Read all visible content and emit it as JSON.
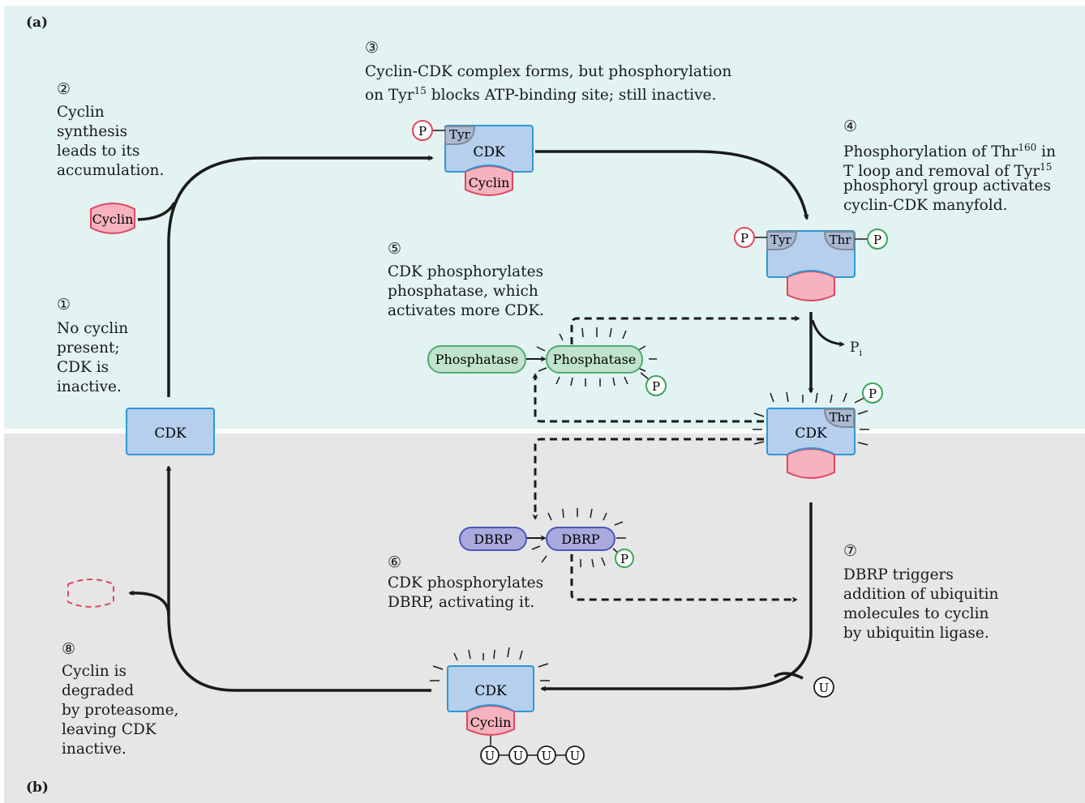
{
  "panels": {
    "a": "(a)",
    "b": "(b)"
  },
  "steps": {
    "s1": {
      "num": "①",
      "text": "No cyclin\npresent;\nCDK is\ninactive."
    },
    "s2": {
      "num": "②",
      "text": "Cyclin\nsynthesis\nleads to its\naccumulation."
    },
    "s3": {
      "num": "③",
      "text": "Cyclin-CDK complex forms, but phosphorylation",
      "line2_prefix": "on Tyr",
      "line2_sup": "15",
      "line2_suffix": " blocks ATP-binding site; still inactive."
    },
    "s4": {
      "num": "④",
      "l1": "Phosphorylation of Thr",
      "l1_sup": "160",
      "l1_end": " in",
      "l2": "T loop and removal of Tyr",
      "l2_sup": "15",
      "l3": "phosphoryl group activates",
      "l4": "cyclin-CDK manyfold."
    },
    "s5": {
      "num": "⑤",
      "text": "CDK phosphorylates\nphosphatase, which\nactivates more CDK."
    },
    "s6": {
      "num": "⑥",
      "text": "CDK phosphorylates\nDBRP, activating it."
    },
    "s7": {
      "num": "⑦",
      "text": "DBRP triggers\naddition of ubiquitin\nmolecules to cyclin\nby ubiquitin ligase."
    },
    "s8": {
      "num": "⑧",
      "text": "Cyclin is\ndegraded\nby proteasome,\nleaving CDK\ninactive."
    }
  },
  "labels": {
    "cdk": "CDK",
    "cyclin": "Cyclin",
    "tyr": "Tyr",
    "thr": "Thr",
    "p": "P",
    "phosphatase": "Phosphatase",
    "dbrp": "DBRP",
    "u": "U",
    "pi": "P",
    "pi_sub": "i"
  },
  "colors": {
    "panel_a": "#e2f3f2",
    "panel_b": "#e6e6e7",
    "cdk_fill": "#b5cfed",
    "cdk_stroke": "#2f97d4",
    "cyclin_fill": "#f6b3bf",
    "cyclin_stroke": "#e0475f",
    "phosphatase_fill": "#bfe3cc",
    "phosphatase_stroke": "#52a974",
    "dbrp_fill": "#a9a9de",
    "dbrp_stroke": "#4a56b5",
    "p_red": "#e0475f",
    "p_green": "#3aa55a"
  }
}
